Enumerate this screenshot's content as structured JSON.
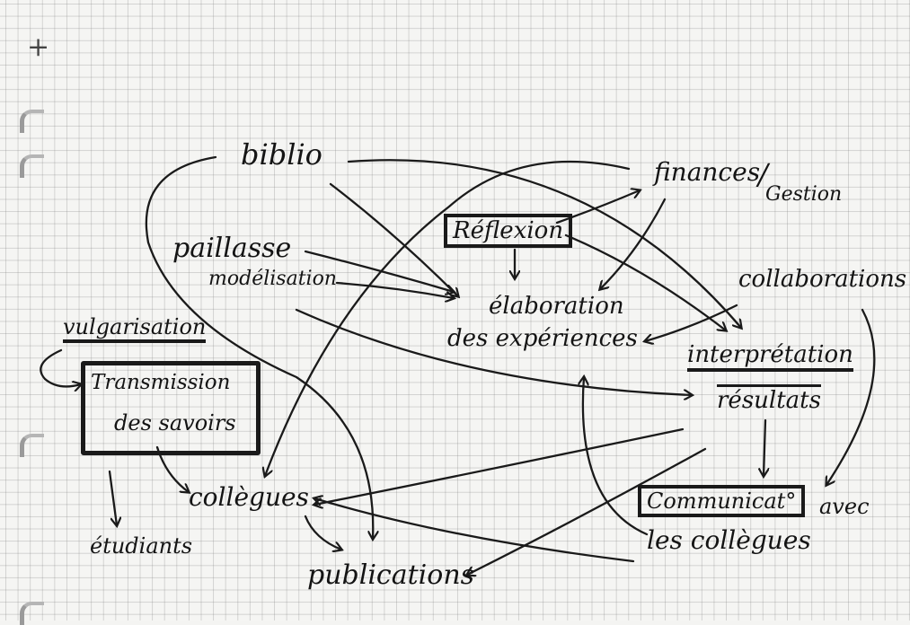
{
  "diagram": {
    "corner_mark": "+",
    "nodes": {
      "biblio": "biblio",
      "finances": "finances",
      "finances_slash": "/",
      "gestion": "Gestion",
      "paillasse": "paillasse",
      "modelisation": "modélisation",
      "reflexion": "Réflexion",
      "elaboration": "élaboration",
      "des_experiences": "des expériences",
      "collaborations": "collaborations",
      "vulgarisation": "vulgarisation",
      "transmission": "Transmission",
      "des_savoirs": "des savoirs",
      "interpretation": "interprétation",
      "resultats": "résultats",
      "collegues": "collègues",
      "communication": "Communicat°",
      "avec": "avec",
      "les_collegues": "les collègues",
      "etudiants": "étudiants",
      "publications": "publications"
    }
  }
}
